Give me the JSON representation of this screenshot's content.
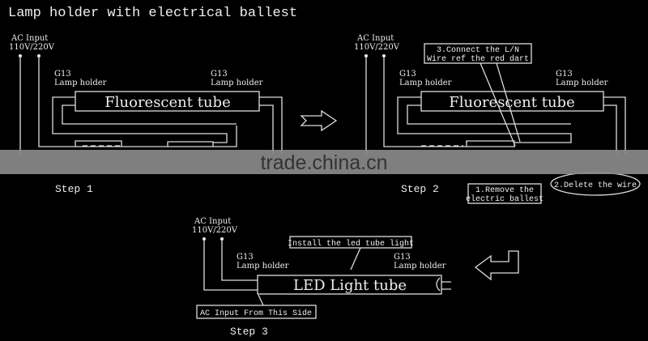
{
  "title": "Lamp holder with electrical ballest",
  "ac_input": {
    "line1": "AC Input",
    "line2": "110V/220V"
  },
  "lamp_holder": {
    "line1": "G13",
    "line2": "Lamp holder"
  },
  "step1": {
    "label": "Step 1",
    "tube": "Fluorescent tube"
  },
  "step2": {
    "label": "Step 2",
    "tube": "Fluorescent tube",
    "note3_line1": "3.Connect the L/N",
    "note3_line2": "Wire ref the red dart",
    "note1_line1": "1.Remove the",
    "note1_line2": "electric ballest",
    "note2": "2.Delete the wire"
  },
  "step3": {
    "label": "Step 3",
    "tube": "LED Light tube",
    "install_note": "Install the led tube light",
    "ac_side_note": "AC Input From This Side"
  },
  "watermark": "trade.china.cn"
}
